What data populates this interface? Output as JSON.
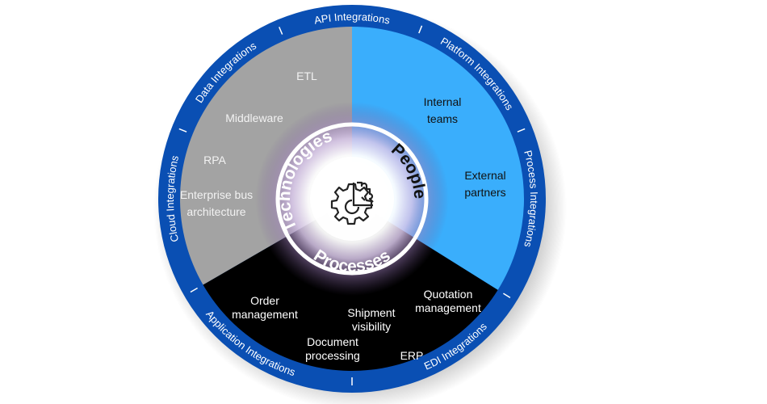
{
  "diagram": {
    "center_icon": "gear-with-puzzle-piece-icon",
    "outer_ring": {
      "color": "#0a4fb3",
      "labels": [
        {
          "text": "API Integrations",
          "angle": 0
        },
        {
          "text": "Platform Integrations",
          "angle": 45
        },
        {
          "text": "Process Integrations",
          "angle": 90
        },
        {
          "text": "EDI Integrations",
          "angle": 145
        },
        {
          "text": "Application Integrations",
          "angle": 215
        },
        {
          "text": "Cloud Integrations",
          "angle": 270
        },
        {
          "text": "Data Integrations",
          "angle": 315
        }
      ],
      "separator_angles": [
        22,
        68,
        122,
        180,
        240,
        292,
        337
      ]
    },
    "segments": [
      {
        "name": "Technologies",
        "color": "#a3a3a3",
        "text_color": "#f2f2f2",
        "start_angle": 240,
        "end_angle": 360,
        "items": [
          "ETL",
          "Middleware",
          "RPA",
          "Enterprise bus architecture"
        ]
      },
      {
        "name": "People",
        "color": "#3aaefc",
        "text_color": "#111111",
        "start_angle": 0,
        "end_angle": 122,
        "items": [
          "Internal teams",
          "External partners"
        ]
      },
      {
        "name": "Processes",
        "color": "#000000",
        "text_color": "#ffffff",
        "start_angle": 122,
        "end_angle": 240,
        "items": [
          "Order management",
          "Shipment visibility",
          "Quotation management",
          "Document processing",
          "ERP"
        ]
      }
    ],
    "inner_labels": {
      "technologies": "Technologies",
      "people": "People",
      "processes": "Processes"
    },
    "item_text": {
      "etl": "ETL",
      "middleware": "Middleware",
      "rpa": "RPA",
      "enterprise_bus_1": "Enterprise bus",
      "enterprise_bus_2": "architecture",
      "internal_1": "Internal",
      "internal_2": "teams",
      "external_1": "External",
      "external_2": "partners",
      "order_1": "Order",
      "order_2": "management",
      "shipment_1": "Shipment",
      "shipment_2": "visibility",
      "quotation_1": "Quotation",
      "quotation_2": "management",
      "document_1": "Document",
      "document_2": "processing",
      "erp": "ERP"
    }
  }
}
